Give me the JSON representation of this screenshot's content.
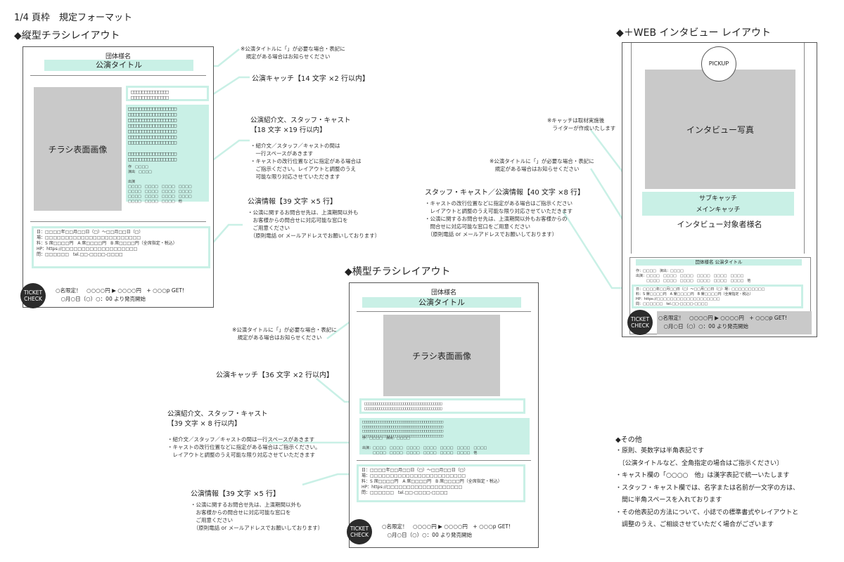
{
  "page_title": "1/4 頁枠　規定フォーマット",
  "vertical": {
    "heading": "◆縦型チラシレイアウト",
    "group": "団体様名",
    "title": "公演タイトル",
    "image": "チラシ表面画像",
    "catch_sq": "□□□□□□□□□□□□□□\n□□□□□□□□□□□□□□",
    "intro_sq": "□□□□□□□□□□□□□□□□□□\n□□□□□□□□□□□□□□□□□□\n□□□□□□□□□□□□□□□□□□\n□□□□□□□□□□□□□□□□□□\n□□□□□□□□□□□□□□□□□□\n□□□□□□□□□□□□□□□□□□\n□□□□□□□□□□□□□□□□□□\n\n□□□□□□□□□□□□□□□□□□\n□□□□□□□□□□□□□□□□□□",
    "staff": "作　□□□□\n演出　□□□□\n\n出演\n□□□□　□□□□　□□□□　□□□□\n□□□□　□□□□　□□□□　□□□□\n□□□□　□□□□　□□□□　□□□□\n□□□□　□□□□　□□□□　他",
    "info": "日：□□□□年□□月□□日（□）～□□月□□日（□）\n場：□□□□□□□□□□□□□□□□□□□□□□□□\n料：S 席□□□□円　A 席□□□□円　B 席□□□□円（全席指定・税込）\nHP：https://□□□□□□□□□□□□□□□□□□□\n問：□□□□□□　tel.□□-□□□□-□□□□",
    "ticket": "TICKET\nCHECK",
    "footer": "○名限定！　○○○○円 ▶ ○○○○円　+ ○○○p GET!\n　○月○日（○）○：00 より発売開始"
  },
  "v_notes": {
    "title_note": "※公演タイトルに「」が必要な場合・表記に\n　規定がある場合はお知らせください",
    "catch_label": "公演キャッチ【14 文字 ×2 行以内】",
    "intro_label": "公演紹介文、スタッフ・キャスト\n【18 文字 ×19 行以内】",
    "intro_note": "・紹介文／スタッフ／キャストの間は\n　一行スペースがあきます\n・キャストの改行位置などに指定がある場合は\n　ご指示ください。レイアウトと調整のうえ\n　可能な限り対応させていただきます",
    "info_label": "公演情報【39 文字 ×5 行】",
    "info_note": "・公演に関するお問合せ先は、上演期間以外も\n　お客様からの問合せに対応可能な窓口を\n　ご用意ください\n　（原則電話 or メールアドレスでお願いしております）"
  },
  "horizontal": {
    "heading": "◆横型チラシレイアウト",
    "group": "団体様名",
    "title": "公演タイトル",
    "image": "チラシ表面画像",
    "catch_sq": "□□□□□□□□□□□□□□□□□□□□□□□□□□□□□□□□□□□□\n□□□□□□□□□□□□□□□□□□□□□□□□□□□□□□□□□□□□",
    "intro_sq": "□□□□□□□□□□□□□□□□□□□□□□□□□□□□□□□□□□□□□□□\n□□□□□□□□□□□□□□□□□□□□□□□□□□□□□□□□□□□□□□□\n□□□□□□□□□□□□□□□□□□□□□□□□□□□□□□□□□□□□□□□\n□□□□□□□□□□□□□□□□□□□□□□□□□□□□□□□□□□□□□□□",
    "staff": "作：□□□□　演出：□□□□\n\n出演：□□□□　□□□□　□□□□　□□□□　□□□□　□□□□　□□□□\n　　　□□□□　□□□□　□□□□　□□□□　□□□□　□□□□　他",
    "info": "日：□□□□年□□月□□日（□）～□□月□□日（□）\n場：□□□□□□□□□□□□□□□□□□□□□□□□\n料：S 席□□□□円　A 席□□□□円　B 席□□□□円（全席指定・税込）\nHP：https://□□□□□□□□□□□□□□□□□□□\n問：□□□□□□　tel.□□-□□□□-□□□□",
    "ticket": "TICKET\nCHECK",
    "footer": "○名限定！　○○○○円 ▶ ○○○○円　+ ○○○p GET!\n　○月○日（○）○：00 より発売開始"
  },
  "h_notes": {
    "title_note": "※公演タイトルに「」が必要な場合・表記に\n　規定がある場合はお知らせください",
    "catch_label": "公演キャッチ【36 文字 ×2 行以内】",
    "intro_label": "公演紹介文、スタッフ・キャスト\n【39 文字 × 8 行以内】",
    "intro_note": "・紹介文／スタッフ／キャストの間は一行スペースがあきます\n・キャストの改行位置などに指定がある場合はご指示ください。\n　レイアウトと調整のうえ可能な限り対応させていただきます",
    "info_label": "公演情報【39 文字 ×5 行】",
    "info_note": "・公演に関するお問合せ先は、上演期間以外も\n　お客様からの問合せに対応可能な窓口を\n　ご用意ください\n　（原則電話 or メールアドレスでお願いしております）"
  },
  "web": {
    "heading": "◆＋WEB インタビュー レイアウト",
    "pickup": "PICKUP",
    "photo": "インタビュー写真",
    "sub_catch": "サブキャッチ",
    "main_catch": "メインキャッチ",
    "person": "インタビュー対象者様名",
    "group_title": "団体様名 公演タイトル",
    "staff": "作：□□□□　演出：□□□□\n出演：□□□□　□□□□　□□□□　□□□□　□□□□　□□□□\n　　　□□□□　□□□□　□□□□　□□□□　□□□□　□□□□　他",
    "info": "日：□□□□年□□月□□日（□）～□□月□□日（□）場：□□□□□□□□□□\n料：S 席□□□□円　A 席□□□□円　B 席□□□□円（全席指定・税込）\nHP：https://□□□□□□□□□□□□□□□□□□□\n問：□□□□□□　tel.□□-□□□□-□□□□",
    "ticket": "TICKET\nCHECK",
    "footer": "○名限定！　○○○○円 ▶ ○○○○円　+ ○○○p GET!\n　○月○日（○）○：00 より発売開始"
  },
  "w_notes": {
    "catch_note": "※キャッチは取材実施後\n　ライターが作成いたします",
    "title_note": "※公演タイトルに「」が必要な場合・表記に\n　規定がある場合はお知らせください",
    "info_label": "スタッフ・キャスト／公演情報【40 文字 ×8 行】",
    "info_note": "・キャストの改行位置などに指定がある場合はご指示ください\n　レイアウトと調整のうえ可能な限り対応させていただきます\n・公演に関するお問合せ先は、上演期間以外もお客様からの\n　問合せに対応可能な窓口をご用意ください\n　（原則電話 or メールアドレスでお願いしております）"
  },
  "other": {
    "heading": "◆その他",
    "body": "・原則、英数字は半角表記です\n　〔公演タイトルなど、全角指定の場合はご指示ください〕\n・キャスト欄の「○○○○　他」は漢字表記で統一いたします\n・スタッフ・キャスト欄では、名字または名前が一文字の方は、\n　間に半角スペースを入れております\n・その他表記の方法について、小誌での標準書式やレイアウトと\n　調整のうえ、ご相談させていただく場合がございます"
  }
}
